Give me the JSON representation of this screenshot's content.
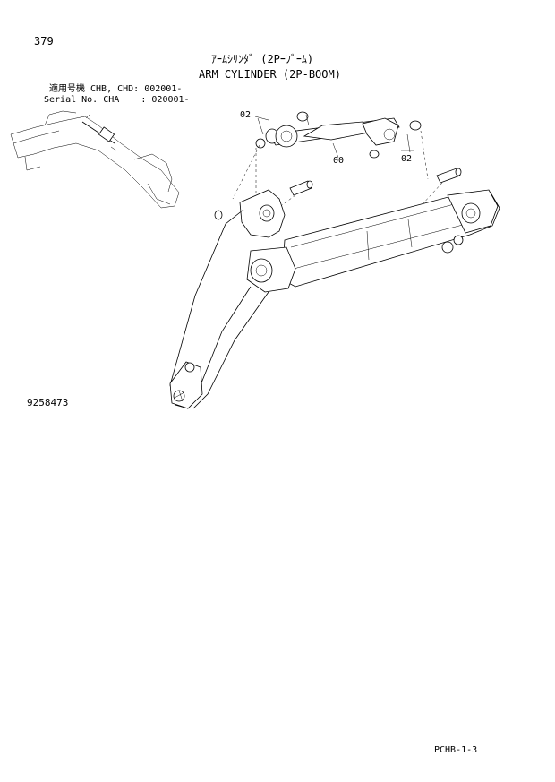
{
  "header": {
    "page_number": "379",
    "title_jp": "ｱｰﾑｼﾘﾝﾀﾞ (2Pｰﾌﾞｰﾑ)",
    "title_en": "ARM CYLINDER (2P-BOOM)",
    "serial_line1": "適用号機 CHB, CHD: 002001-",
    "serial_line2": "Serial No. CHA    : 020001-"
  },
  "figure": {
    "figure_number": "9258473",
    "callouts": [
      "02",
      "00",
      "02"
    ]
  },
  "footer": {
    "code": "PCHB-1-3"
  }
}
